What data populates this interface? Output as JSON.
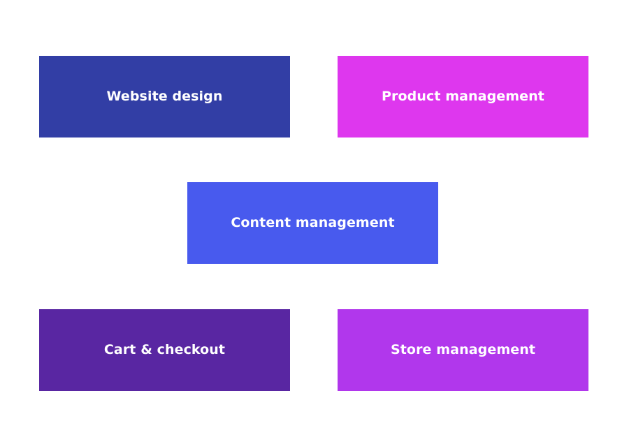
{
  "cards": [
    {
      "id": "website-design",
      "label": "Website design",
      "color": "#323ea5"
    },
    {
      "id": "product-management",
      "label": "Product management",
      "color": "#de37ee"
    },
    {
      "id": "content-management",
      "label": "Content management",
      "color": "#485aee"
    },
    {
      "id": "cart-checkout",
      "label": "Cart & checkout",
      "color": "#5926a2"
    },
    {
      "id": "store-management",
      "label": "Store management",
      "color": "#b137ec"
    }
  ]
}
